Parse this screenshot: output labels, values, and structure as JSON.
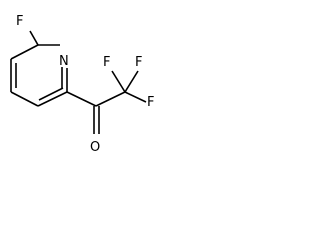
{
  "molecule": {
    "atoms": {
      "ring_fluorine": "F",
      "ring_nitrogen": "N",
      "cf3_fluorine_left": "F",
      "cf3_fluorine_right": "F",
      "cf3_fluorine_bottom": "F",
      "carbonyl_oxygen": "O"
    }
  }
}
